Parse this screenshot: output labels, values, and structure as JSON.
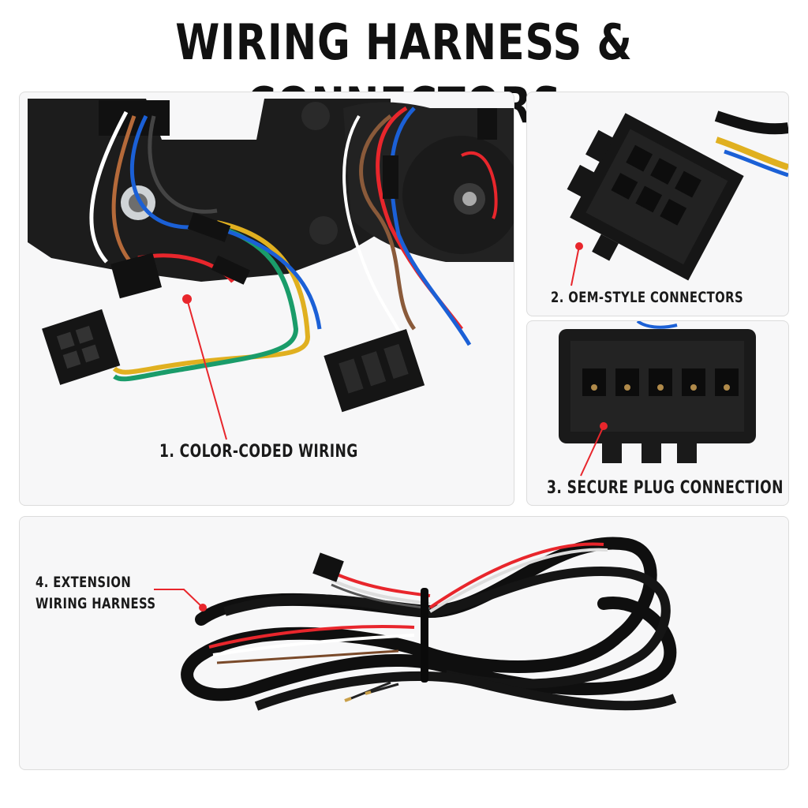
{
  "title": "WIRING HARNESS & CONNECTORS",
  "callouts": [
    {
      "id": 1,
      "text": "1. COLOR-CODED WIRING"
    },
    {
      "id": 2,
      "text": "2. OEM-STYLE CONNECTORS"
    },
    {
      "id": 3,
      "text": "3. SECURE PLUG CONNECTION"
    },
    {
      "id": 4,
      "line1": "4. EXTENSION",
      "line2": "WIRING HARNESS"
    }
  ],
  "colors": {
    "accent_red": "#e8262c",
    "plastic_black": "#151515",
    "panel_bg": "#f7f7f8"
  }
}
